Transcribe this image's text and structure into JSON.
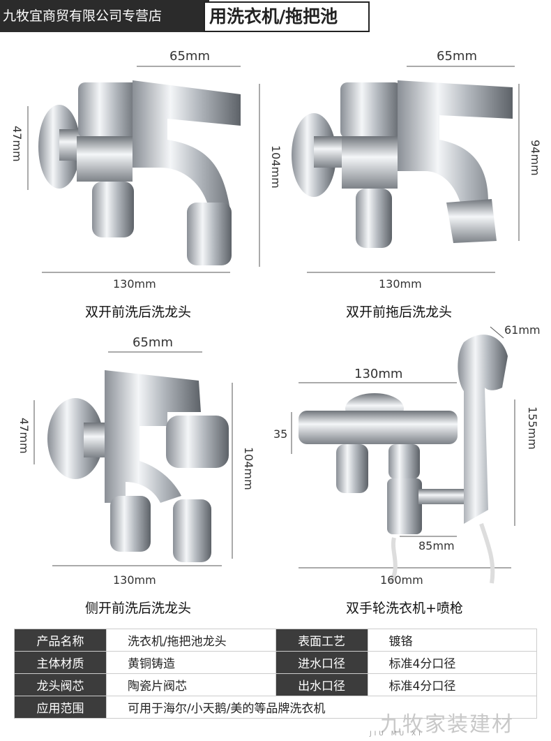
{
  "header": {
    "store_name": "九牧宜商贸有限公司专营店",
    "title": "用洗衣机/拖把池"
  },
  "products": [
    {
      "dims": {
        "width": "65mm",
        "left_height": "47mm",
        "right_height": "104mm",
        "length": "130mm"
      },
      "caption": "双开前洗后洗龙头"
    },
    {
      "dims": {
        "width": "65mm",
        "right_height": "94mm",
        "length": "130mm"
      },
      "caption": "双开前拖后洗龙头"
    },
    {
      "dims": {
        "width": "65mm",
        "left_height": "47mm",
        "right_height": "104mm",
        "length": "130mm"
      },
      "caption": "侧开前洗后洗龙头"
    },
    {
      "dims": {
        "top_width": "130mm",
        "sprayer_depth": "61mm",
        "left_height": "35",
        "right_height": "155mm",
        "mid_width": "85mm",
        "length": "160mm"
      },
      "caption": "双手轮洗衣机+喷枪"
    }
  ],
  "spec_table": {
    "rows": [
      [
        "产品名称",
        "洗衣机/拖把池龙头",
        "表面工艺",
        "镀铬"
      ],
      [
        "主体材质",
        "黄铜铸造",
        "进水口径",
        "标准4分口径"
      ],
      [
        "龙头阀芯",
        "陶瓷片阀芯",
        "出水口径",
        "标准4分口径"
      ],
      [
        "应用范围",
        "可用于海尔/小天鹅/美的等品牌洗衣机",
        "",
        ""
      ]
    ]
  },
  "watermark": {
    "text": "九牧家装建材",
    "sub": "JIU MU XI"
  }
}
